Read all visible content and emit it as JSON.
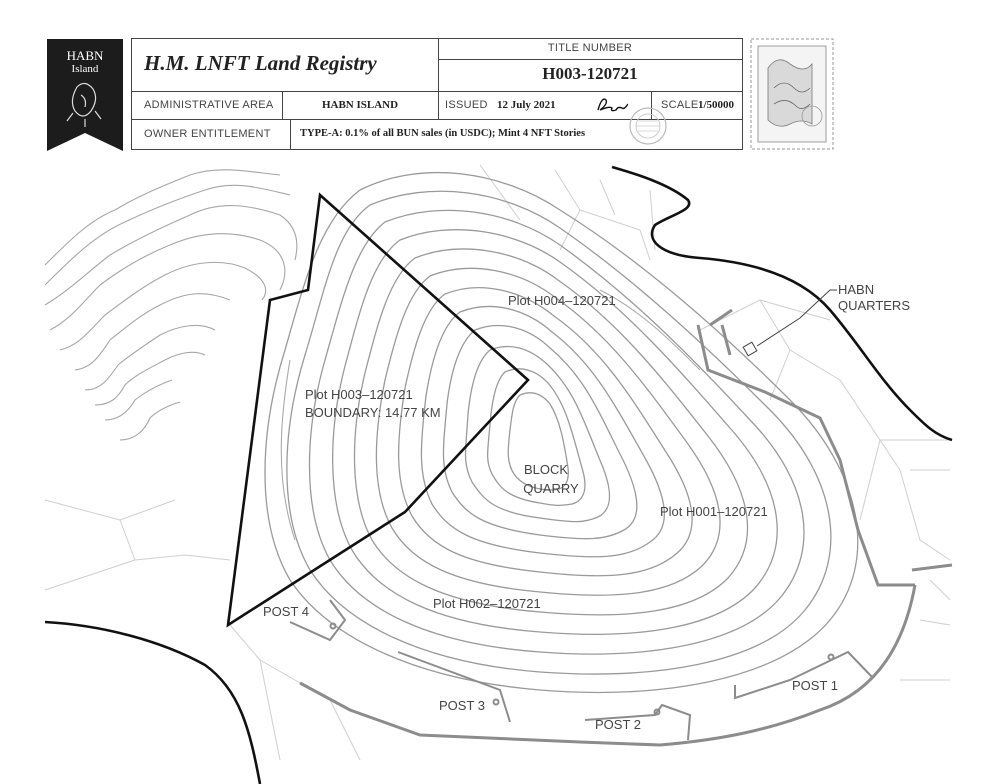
{
  "banner": {
    "line1": "HABN",
    "line2": "Island"
  },
  "registry": {
    "title": "H.M. LNFT Land Registry",
    "title_number_label": "TITLE NUMBER",
    "title_number": "H003-120721",
    "admin_area_label": "ADMINISTRATIVE AREA",
    "admin_area": "HABN ISLAND",
    "issued_label": "ISSUED",
    "issued_date": "12 July 2021",
    "scale_label": "SCALE",
    "scale_value": "1/50000",
    "owner_label": "OWNER ENTITLEMENT",
    "owner_value": "TYPE-A: 0.1% of all BUN sales (in USDC); Mint 4 NFT Stories"
  },
  "map": {
    "plot_h003": "Plot H003–120721",
    "boundary": "BOUNDARY: 14.77 KM",
    "plot_h004": "Plot H004–120721",
    "plot_h001": "Plot H001–120721",
    "plot_h002": "Plot H002–120721",
    "block": "BLOCK",
    "quarry": "QUARRY",
    "habn": "HABN",
    "quarters": "QUARTERS",
    "post1": "POST 1",
    "post2": "POST 2",
    "post3": "POST 3",
    "post4": "POST 4"
  },
  "colors": {
    "ink": "#222222",
    "contour": "#9a9a9a",
    "grid": "#cfcfcf",
    "road": "#8c8c8c",
    "banner": "#1c1c1c"
  }
}
